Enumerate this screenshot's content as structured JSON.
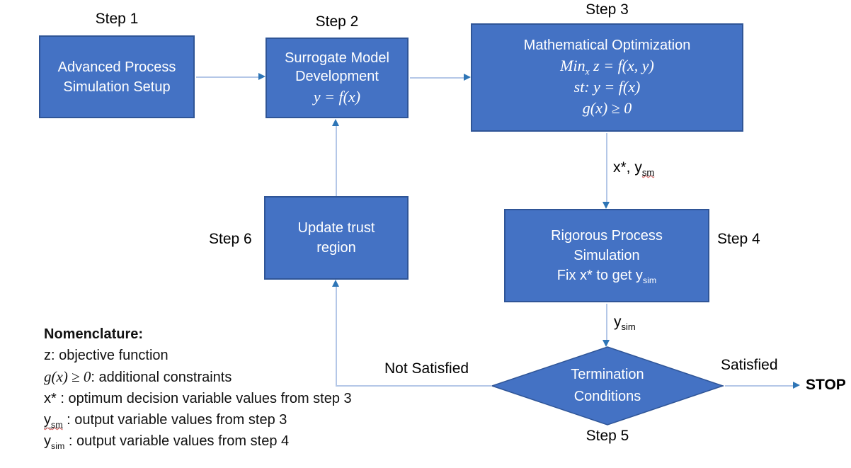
{
  "nodes": {
    "step1": {
      "label": "Step 1",
      "line1": "Advanced Process",
      "line2": "Simulation Setup"
    },
    "step2": {
      "label": "Step 2",
      "line1": "Surrogate Model",
      "line2": "Development",
      "formula": "y = f(x)"
    },
    "step3": {
      "label": "Step 3",
      "title": "Mathematical Optimization",
      "f1_main": "Min",
      "f1_sub": "x",
      "f1_rest": " z = f(x, y)",
      "f2": "st: y = f(x)",
      "f3": "g(x) ≥ 0"
    },
    "step4": {
      "label": "Step 4",
      "line1": "Rigorous Process",
      "line2": "Simulation",
      "line3_main": "Fix x* to get y",
      "line3_sub": "sim"
    },
    "step5": {
      "label": "Step 5",
      "line1": "Termination",
      "line2": "Conditions"
    },
    "step6": {
      "label": "Step 6",
      "line1": "Update trust",
      "line2": "region"
    }
  },
  "edge_labels": {
    "step3_to_step4_main": "x*, y",
    "step3_to_step4_sub": "sm",
    "step4_to_step5_main": "y",
    "step4_to_step5_sub": "sim",
    "satisfied": "Satisfied",
    "not_satisfied": "Not Satisfied",
    "stop": "STOP"
  },
  "nomenclature": {
    "title": "Nomenclature:",
    "line_z": "z: objective function",
    "line_g_math": "g(x) ≥ 0",
    "line_g_rest": ": additional constraints",
    "line_xstar": "x* : optimum decision variable values from step 3",
    "line_ysm_main": "y",
    "line_ysm_sub": "sm",
    "line_ysm_rest": " : output variable values from step 3",
    "line_ysim_main": "y",
    "line_ysim_sub": "sim",
    "line_ysim_rest": " : output variable values from step 4"
  },
  "colors": {
    "box_fill": "#4472C4",
    "box_border": "#2F5597",
    "connector_line": "#B4C7E7",
    "arrowhead": "#2E75B6",
    "box_text": "#FFFFFF",
    "label_text": "#000000",
    "spellcheck_squiggle": "#E06666"
  }
}
